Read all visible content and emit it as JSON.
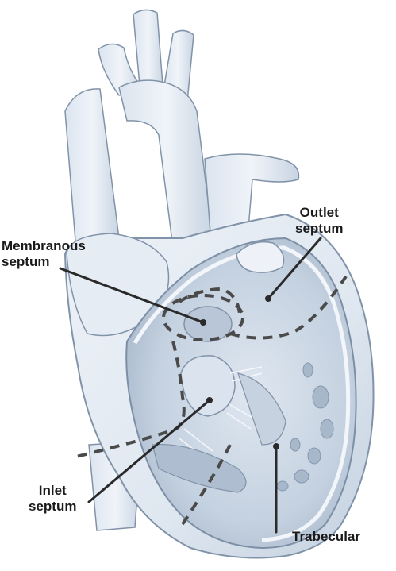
{
  "labels": {
    "membranous": [
      "Membranous",
      "septum"
    ],
    "outlet": [
      "Outlet",
      "septum"
    ],
    "inlet": [
      "Inlet",
      "septum"
    ],
    "trabecular": "Trabecular"
  },
  "colors": {
    "background": "#ffffff",
    "heart_light": "#e8eef5",
    "heart_mid": "#c9d5e3",
    "heart_shadow": "#9fb1c6",
    "outline": "#8193a8",
    "dash": "#4a4a4a",
    "leader": "#2a2a2a",
    "text": "#1a1a1a"
  }
}
